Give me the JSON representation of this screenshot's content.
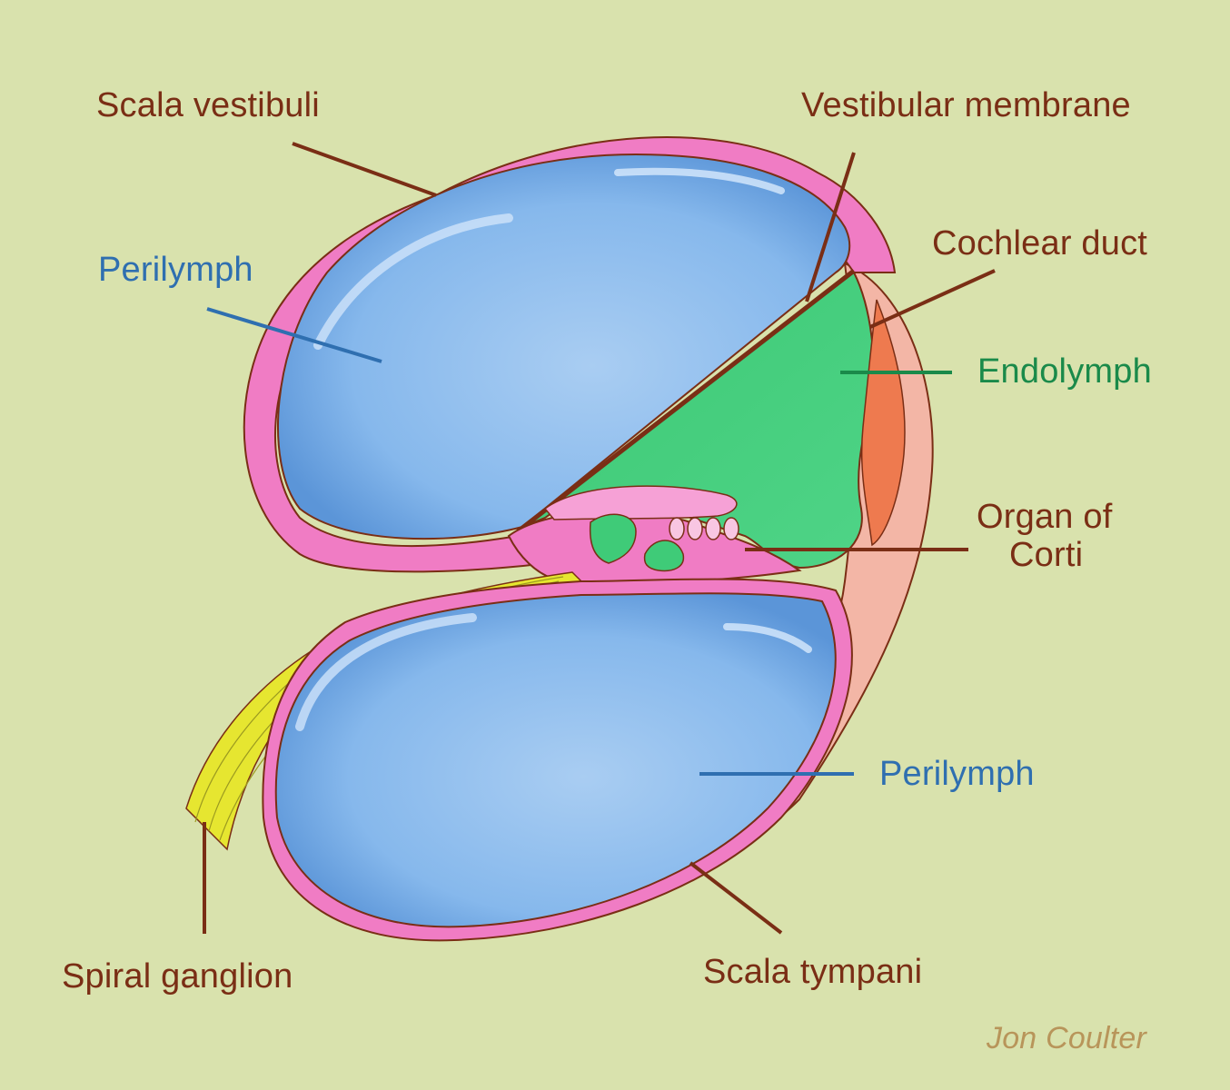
{
  "labels": {
    "scala_vestibuli": "Scala vestibuli",
    "vestibular_membrane": "Vestibular membrane",
    "perilymph_upper": "Perilymph",
    "cochlear_duct": "Cochlear duct",
    "endolymph": "Endolymph",
    "organ_of_corti_line1": "Organ of",
    "organ_of_corti_line2": "Corti",
    "perilymph_lower": "Perilymph",
    "spiral_ganglion": "Spiral ganglion",
    "scala_tympani": "Scala tympani",
    "credit": "Jon Coulter"
  },
  "colors": {
    "background": "#d9e2ad",
    "perilymph_fill": "#7fb3ea",
    "endolymph_fill": "#3fcb78",
    "membrane_pink": "#f07cc4",
    "tissue_pink": "#f3b6a6",
    "stria_orange": "#ee7a4f",
    "nerve_yellow": "#e6e630",
    "label_brown": "#7a2e15",
    "label_blue": "#2f6fb0",
    "label_green": "#1a8a4a"
  }
}
